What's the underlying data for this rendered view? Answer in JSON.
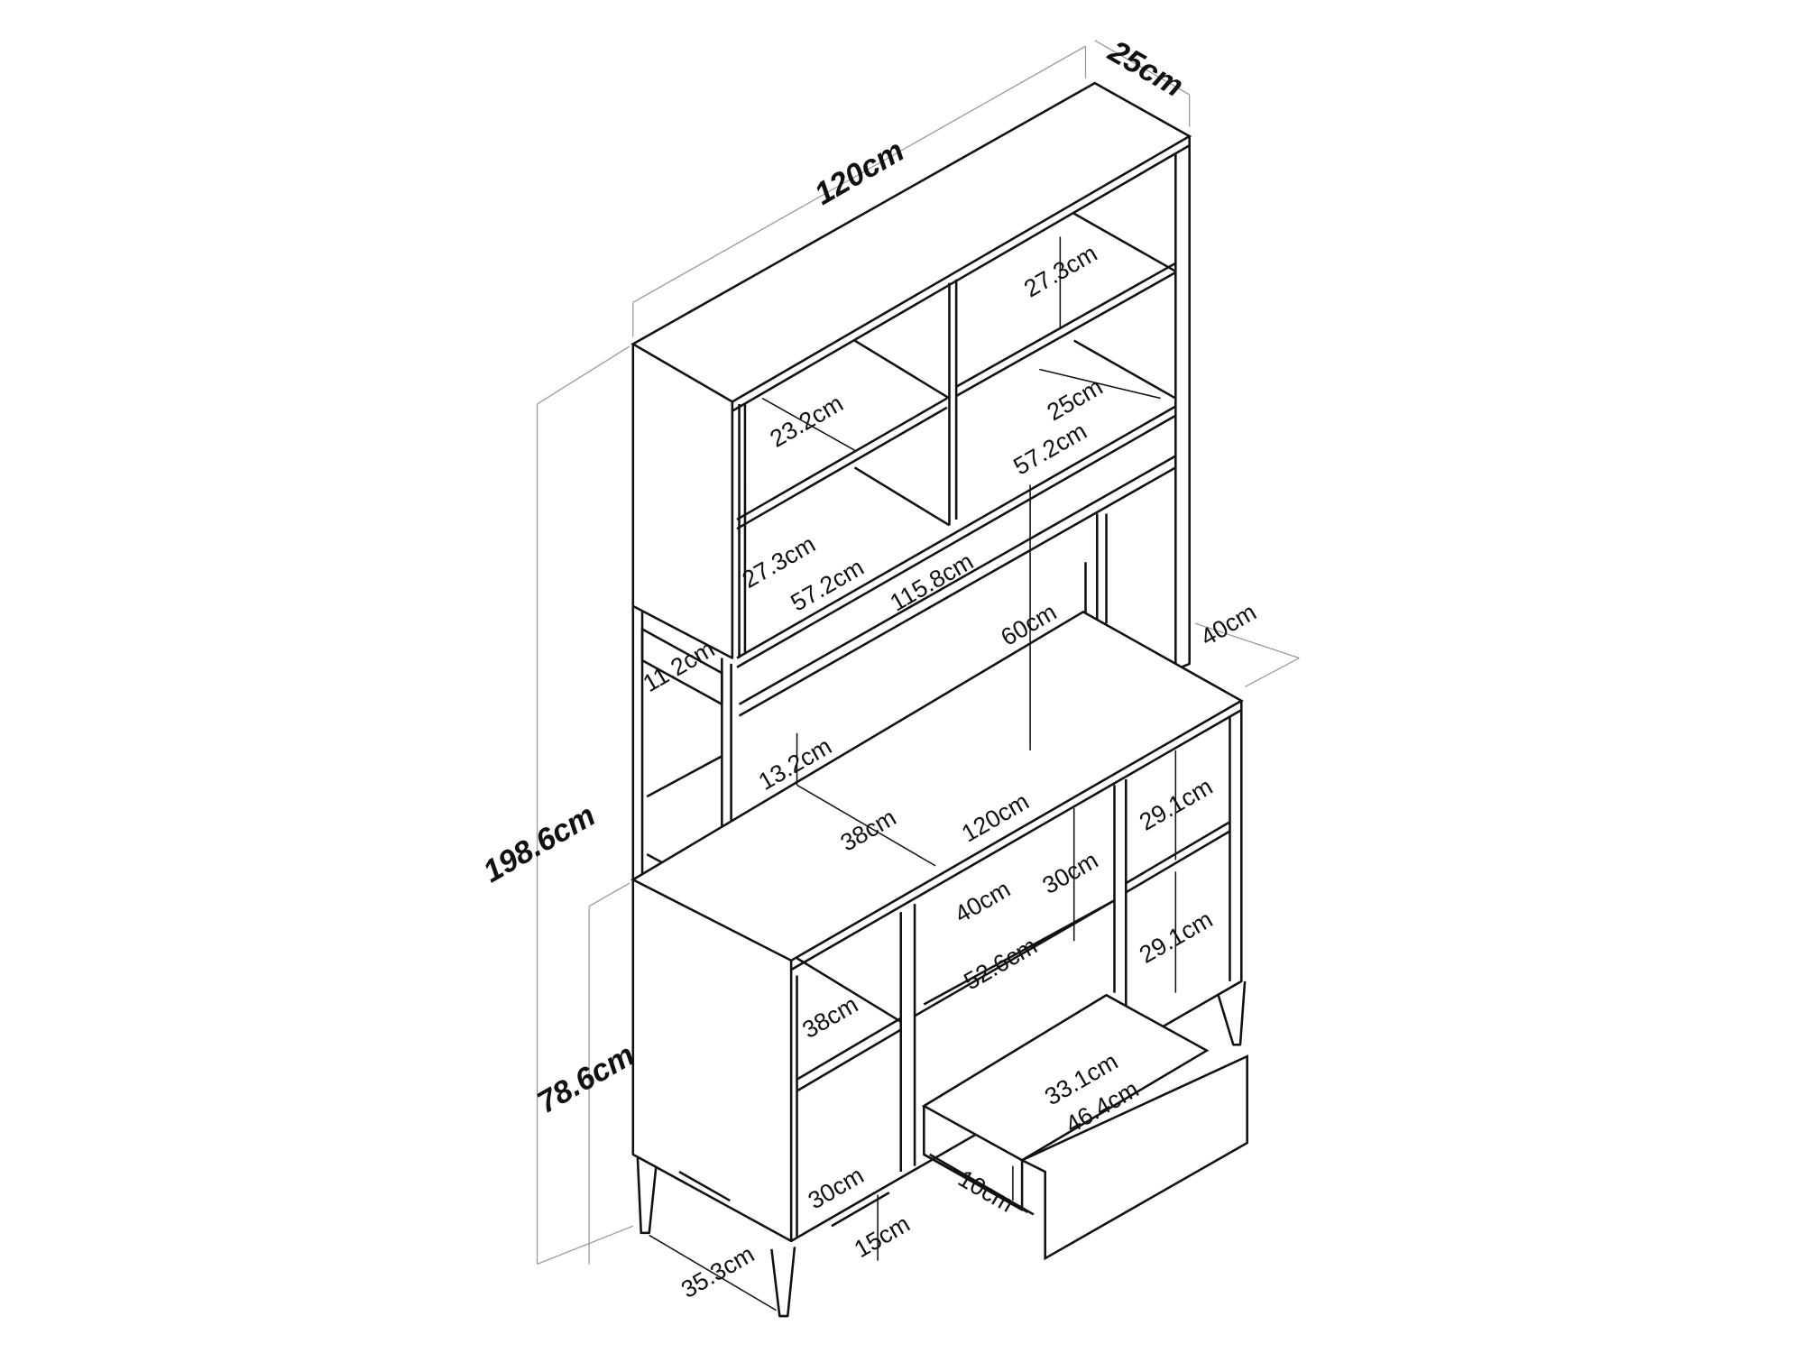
{
  "dimensions": {
    "depth_top": "25cm",
    "width_top": "120cm",
    "total_height": "198.6cm",
    "lower_height": "78.6cm",
    "hutch_right_shelf_height": "27.3cm",
    "hutch_left_upper_depth": "23.2cm",
    "hutch_right_depth": "25cm",
    "hutch_right_width": "57.2cm",
    "hutch_left_shelf_height": "27.3cm",
    "hutch_left_width": "57.2cm",
    "hutch_inner_width": "115.8cm",
    "open_area_height": "60cm",
    "desk_depth_right": "40cm",
    "small_shelf_height": "11.2cm",
    "desk_gap_height": "13.2cm",
    "right_upper_cubby_height": "29.1cm",
    "desk_depth_left": "38cm",
    "desk_width": "120cm",
    "middle_opening_height": "30cm",
    "middle_opening_depth": "40cm",
    "right_lower_cubby_height": "29.1cm",
    "middle_opening_width": "52.6cm",
    "left_cubby_depth": "38cm",
    "drawer_depth": "33.1cm",
    "drawer_width": "46.4cm",
    "drawer_height": "10cm",
    "left_cubby_lower_depth": "30cm",
    "leg_height": "15cm",
    "leg_spacing": "35.3cm"
  }
}
